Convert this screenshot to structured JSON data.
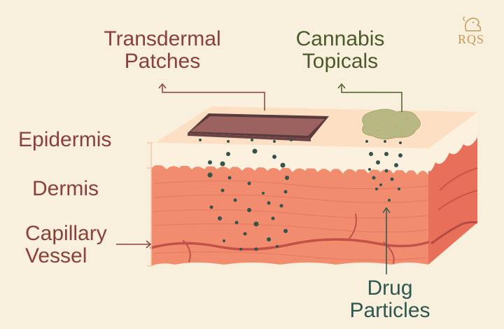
{
  "labels": {
    "transdermal_patches": [
      "Transdermal",
      "Patches"
    ],
    "cannabis_topicals": [
      "Cannabis",
      "Topicals"
    ],
    "epidermis": "Epidermis",
    "dermis": "Dermis",
    "capillary_vessel": [
      "Capillary",
      "Vessel"
    ],
    "drug_particles": [
      "Drug",
      "Particles"
    ]
  },
  "logo": {
    "text": "RQS"
  },
  "colors": {
    "background": "#f8f0dd",
    "label_maroon": "#8b3f3a",
    "label_green": "#4b5a2c",
    "label_teal": "#2e5750",
    "epidermis_top": "#fde0c4",
    "epidermis_band": "#fcf1de",
    "dermis": "#f18c6e",
    "dermis_side": "#e8705a",
    "patch": "#9c6260",
    "topical": "#b8b884",
    "particle": "#33544d",
    "vessel": "#c2514a",
    "logo": "#c89a5a"
  }
}
